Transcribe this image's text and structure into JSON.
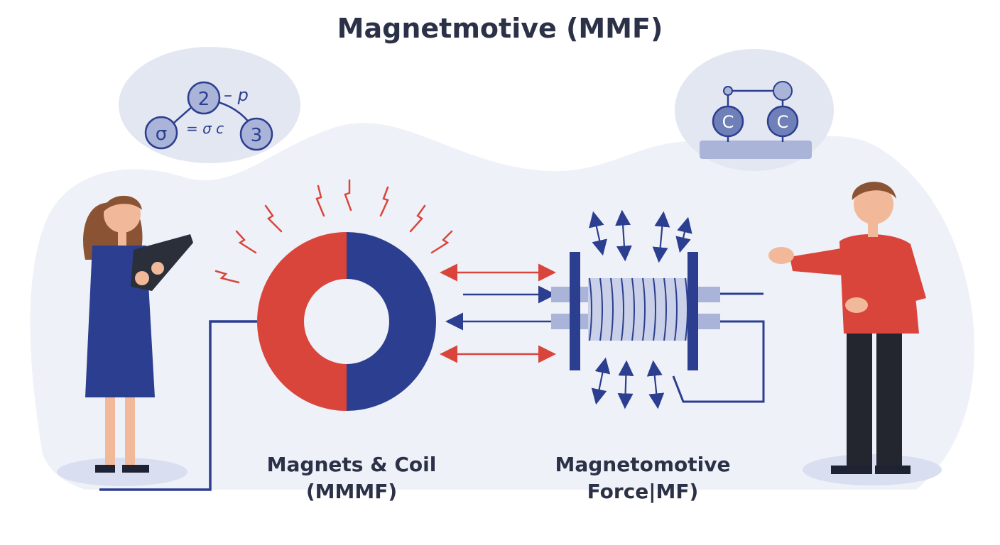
{
  "title": "Magnetmotive (MMF)",
  "captions": {
    "left_line1": "Magnets & Coil",
    "left_line2": "(MMMF)",
    "right_line1": "Magnetomotive",
    "right_line2": "Force|MF)"
  },
  "bubble_left": {
    "node_top": "2",
    "node_left": "σ",
    "node_right": "3",
    "label_top": "– p",
    "label_middle": "= σ c"
  },
  "bubble_right": {
    "node_a": "C",
    "node_b": "C"
  },
  "colors": {
    "navy": "#2c3e8f",
    "red": "#d9453b",
    "background_cloud": "#edf0f7",
    "bubble_node": "#a9b4d8",
    "text_dark": "#2b3147"
  }
}
